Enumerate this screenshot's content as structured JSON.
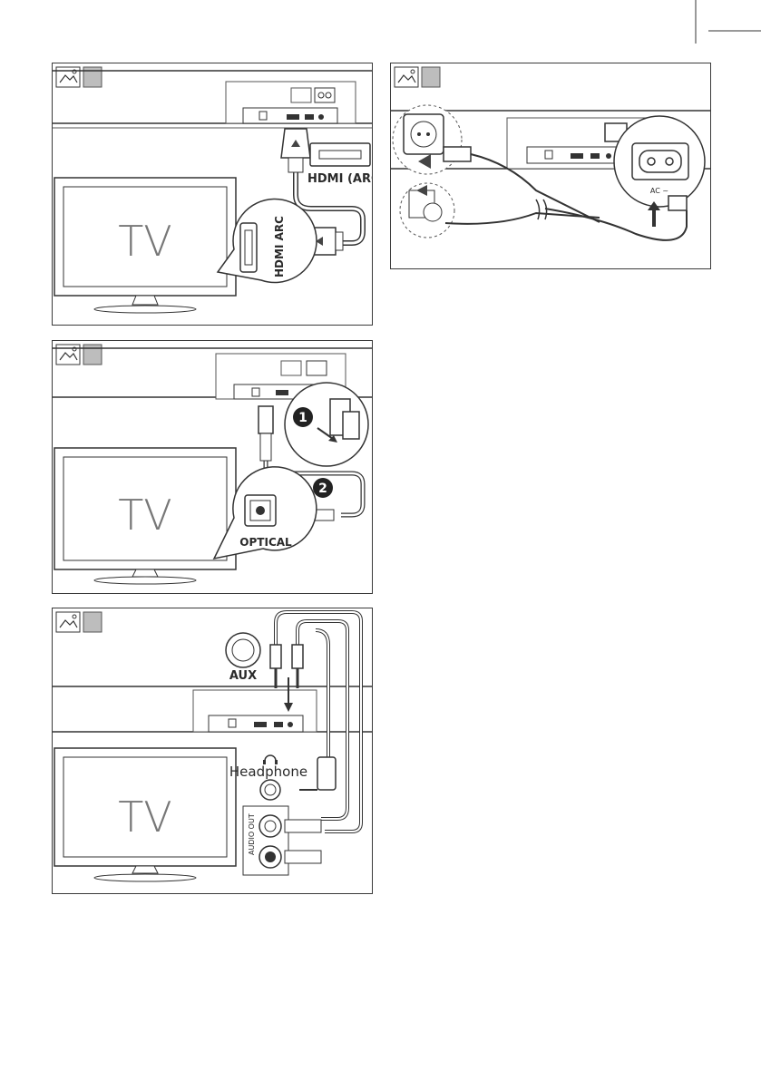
{
  "tv_label": "TV",
  "hdmi_panel": {
    "cable_label": "HDMI (ARC",
    "port_label": "HDMI ARC"
  },
  "optical_panel": {
    "step1": "1",
    "step2": "2",
    "port_label": "OPTICAL"
  },
  "aux_panel": {
    "aux_label": "AUX",
    "headphone_label": "Headphone",
    "audio_out_label": "AUDIO OUT"
  },
  "power_panel": {
    "ac_label": "AC ~"
  },
  "colors": {
    "frame": "#3a3a3a",
    "line": "#333333",
    "badge_fill": "#bdbdbd",
    "arrow": "#444444"
  }
}
